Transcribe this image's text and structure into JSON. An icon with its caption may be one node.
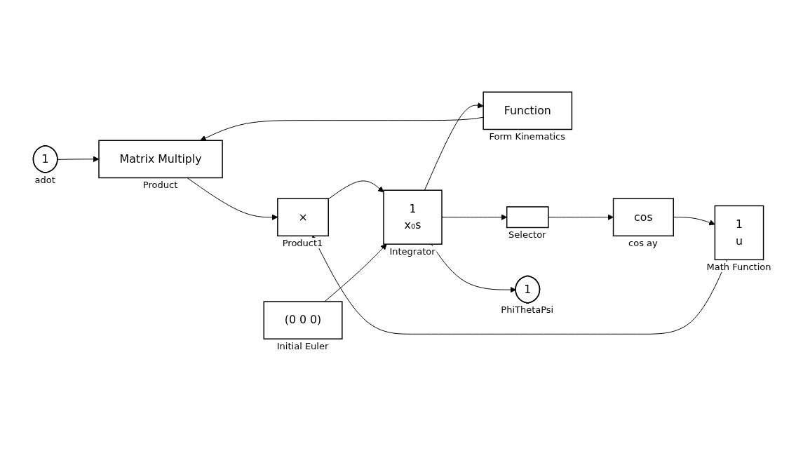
{
  "diagram": {
    "nodes": [
      {
        "text": [
          "1"
        ],
        "beside": [
          "adot"
        ]
      },
      {
        "text": [
          "Function"
        ],
        "beside": [
          "Form Kinematics"
        ]
      },
      {
        "text": [
          "1",
          "u"
        ],
        "beside": [
          "Math Function"
        ]
      },
      {
        "text": [
          "cos"
        ],
        "beside": [
          "cos ay"
        ]
      },
      {
        "text": [],
        "shape": "box",
        "beside": [
          "Selector"
        ]
      },
      {
        "text": [
          "Matrix Multiply"
        ],
        "beside": [
          "Product"
        ]
      },
      {
        "text": [
          "×"
        ],
        "beside": [
          "Product1"
        ]
      },
      {
        "text": [
          "1",
          "x₀s"
        ],
        "beside": [
          "Integrator"
        ]
      },
      {
        "text": [
          "(0    0    0)"
        ],
        "beside": [
          "Initial Euler"
        ]
      },
      {
        "text": [
          "1"
        ],
        "beside": [
          "PhiThetaPsi"
        ]
      }
    ],
    "edges": [
      {
        "from": 0,
        "to": 5,
        "arrow": "to"
      },
      {
        "from": 1,
        "to": 5,
        "arrow": "to"
      },
      {
        "from": 5,
        "to": 6,
        "arrow": "to"
      },
      {
        "from": 2,
        "to": 6,
        "arrow": "to"
      },
      {
        "from": 6,
        "to": 7,
        "arrow": "to"
      },
      {
        "from": 8,
        "to": 7,
        "arrow": "to"
      },
      {
        "from": 7,
        "to": 9,
        "arrow": "to"
      },
      {
        "from": 7,
        "to": 1,
        "arrow": "to"
      },
      {
        "from": 7,
        "to": 4,
        "arrow": "to"
      },
      {
        "from": 4,
        "to": 3,
        "arrow": "to"
      },
      {
        "from": 3,
        "to": 2,
        "arrow": "to"
      }
    ]
  }
}
